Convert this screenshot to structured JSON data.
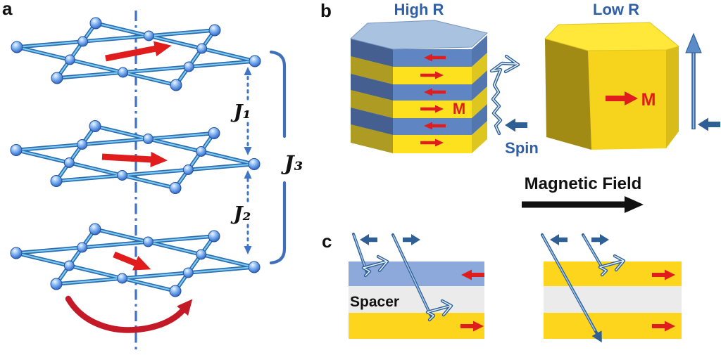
{
  "figure_title": "spin-valve-lattice-figure",
  "palette": {
    "red_arrow": "#e01c1c",
    "dark_red_curve": "#c41a28",
    "lattice_edge_dark": "#2a6cb4",
    "lattice_edge_light": "#7ecbea",
    "sphere_rim": "#1d4fa0",
    "rotation_axis_blue": "#4272c8",
    "coupling_arrow_blue": "#3f74c8",
    "bracket_blue": "#3f6fb8",
    "heading_blue": "#2e5fa8",
    "spin_arrow_dark": "#2e6096",
    "spin_arrow_light": "#a8c8ec",
    "prism_blue_front": "#5f85c2",
    "prism_blue_top": "#a9c2e0",
    "prism_yellow_front": "#fde01e",
    "prism_yellow_top": "#ffe83a",
    "prism_yellow_front_low": "#f6d41e",
    "bar_blue": "#8da8da",
    "bar_gray": "#ebebeb",
    "bar_yellow": "#fdd51d",
    "field_black": "#111111"
  },
  "panel_a": {
    "label": "a",
    "description": "three stacked kagome lattice layers with in-plane magnetization arrows, interlayer exchange couplings and rotation axis",
    "couplings": {
      "j1": "J₁",
      "j2": "J₂",
      "j3": "J₃"
    },
    "layer_moments": [
      "right",
      "right",
      "rotating-down-right"
    ],
    "rotation_axis": "vertical dash-dot line",
    "rotation_arrow": "curved red arrow under bottom layer"
  },
  "panel_b": {
    "label": "b",
    "high_r_title": "High R",
    "low_r_title": "Low R",
    "magnetization_label": "M",
    "spin_label": "Spin",
    "field_label": "Magnetic Field",
    "high_r_stripes": [
      {
        "color": "blue",
        "moment": "left"
      },
      {
        "color": "yellow",
        "moment": "right"
      },
      {
        "color": "blue",
        "moment": "left"
      },
      {
        "color": "yellow",
        "moment": "right",
        "label": "M"
      },
      {
        "color": "blue",
        "moment": "left"
      },
      {
        "color": "yellow",
        "moment": "right"
      }
    ],
    "high_r_spin": "incoming spin reflected (zigzag scattering)",
    "low_r_moment": "right",
    "low_r_spin": "incoming spin transmitted upward"
  },
  "panel_c": {
    "label": "c",
    "spacer_label": "Spacer",
    "left_stack": {
      "layers": [
        "blue",
        "spacer",
        "yellow"
      ],
      "moments": [
        "left",
        null,
        "right"
      ],
      "electrons": [
        {
          "spin": "left",
          "fate": "scattered in top layer"
        },
        {
          "spin": "right",
          "fate": "scattered in bottom layer"
        }
      ]
    },
    "right_stack": {
      "layers": [
        "yellow",
        "spacer",
        "yellow"
      ],
      "moments": [
        "right",
        null,
        "right"
      ],
      "electrons": [
        {
          "spin": "left",
          "fate": "transmitted through stack"
        },
        {
          "spin": "right",
          "fate": "scattered in top layer"
        }
      ]
    }
  }
}
